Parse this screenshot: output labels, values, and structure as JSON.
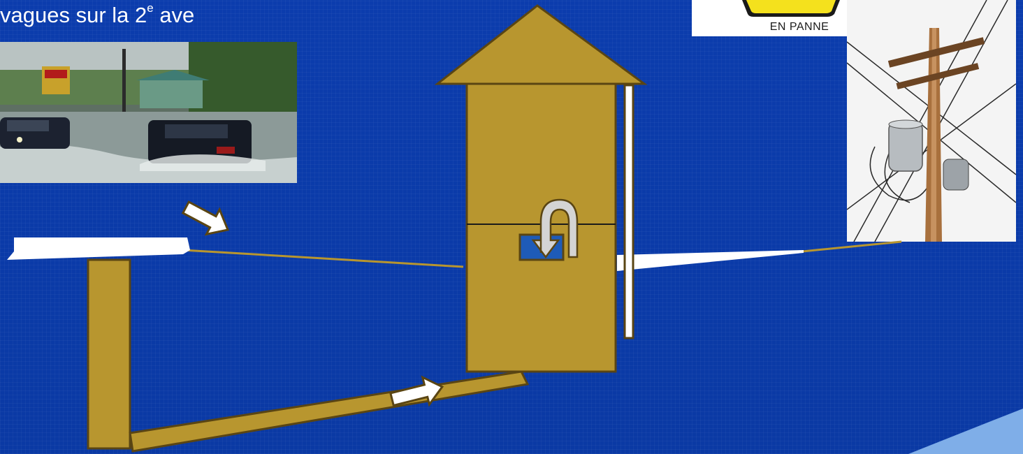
{
  "slide": {
    "title_prefix": "vagues sur la 2",
    "title_superscript": "e",
    "title_suffix": " ave"
  },
  "outage_sign": {
    "label": "EN PANNE"
  },
  "colors": {
    "background": "#0a3aa8",
    "structure_fill": "#b8962f",
    "structure_outline": "#5a4513",
    "arrow_fill": "#ffffff",
    "sign_yellow": "#f4e11d",
    "corner_accent": "#7faee8"
  },
  "icons": {
    "flow_arrow": "right-arrow-icon",
    "backflow_arrow": "curved-arrow-icon"
  }
}
